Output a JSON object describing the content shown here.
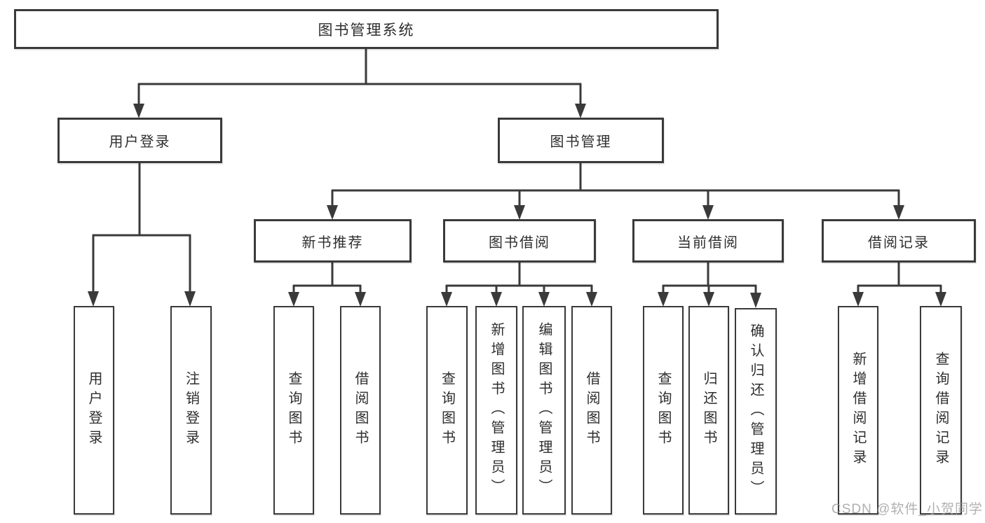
{
  "diagram": {
    "root": {
      "label": "图书管理系统"
    },
    "level2": [
      {
        "label": "用户登录"
      },
      {
        "label": "图书管理"
      }
    ],
    "level3": [
      {
        "label": "新书推荐"
      },
      {
        "label": "图书借阅"
      },
      {
        "label": "当前借阅"
      },
      {
        "label": "借阅记录"
      }
    ],
    "leaves": [
      {
        "label": "用户登录"
      },
      {
        "label": "注销登录"
      },
      {
        "label": "查询图书"
      },
      {
        "label": "借阅图书"
      },
      {
        "label": "查询图书"
      },
      {
        "label": "新增图书（管理员）"
      },
      {
        "label": "编辑图书（管理员）"
      },
      {
        "label": "借阅图书"
      },
      {
        "label": "查询图书"
      },
      {
        "label": "归还图书"
      },
      {
        "label": "确认归还（管理员）"
      },
      {
        "label": "新增借阅记录"
      },
      {
        "label": "查询借阅记录"
      }
    ]
  },
  "watermark": {
    "text": "CSDN @软件_小贺同学"
  },
  "colors": {
    "line": "#3a3a3a",
    "text": "#2e2e2e",
    "background": "#ffffff",
    "watermark": "#969696"
  }
}
